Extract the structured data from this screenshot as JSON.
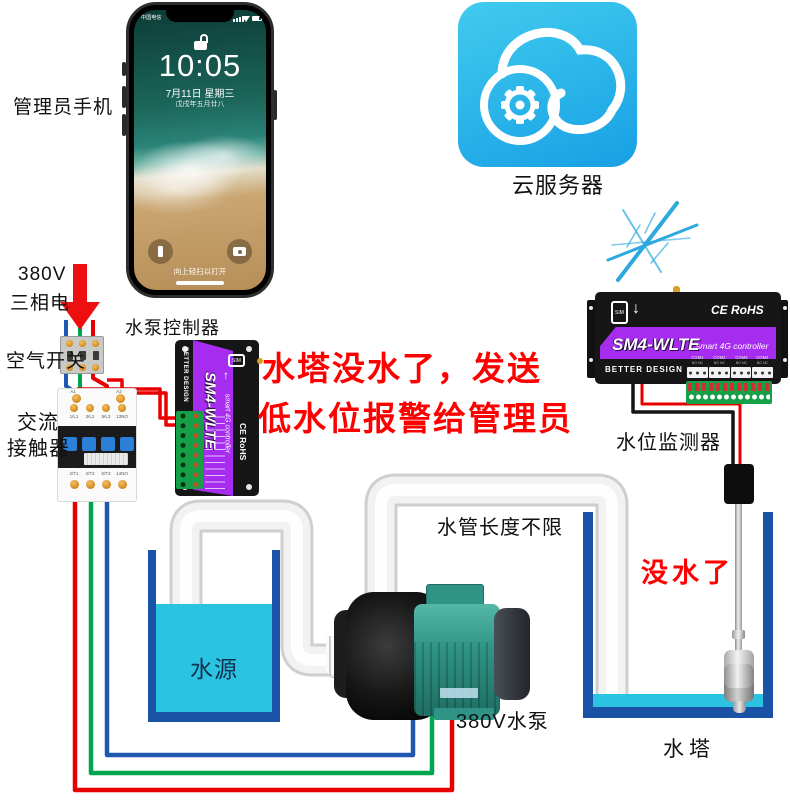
{
  "phone": {
    "label": "管理员手机",
    "carrier": "中国电信",
    "time": "10:05",
    "date": "7月11日 星期三",
    "lunar": "戊戌年五月廿八",
    "swipe_hint": "向上轻扫以打开"
  },
  "cloud": {
    "label": "云服务器"
  },
  "power": {
    "line1": "380V",
    "line2": "三相电"
  },
  "air_switch": {
    "label": "空气开关"
  },
  "contactor": {
    "label_line1": "交流",
    "label_line2": "接触器",
    "coil_terminals": [
      "A1",
      "A2"
    ],
    "top_terminals": [
      "1/L1",
      "3/L2",
      "5/L3",
      "13NO"
    ],
    "bottom_terminals": [
      "2/T1",
      "4/T2",
      "6/T3",
      "14NO"
    ]
  },
  "pump_controller": {
    "label": "水泵控制器",
    "model": "SM4-WLTE",
    "subtitle": "smart 4G controller",
    "brand": "BETTER DESIGN",
    "cert": "CE RoHS",
    "sim_label": "SIM"
  },
  "water_monitor": {
    "label": "水位监测器",
    "model": "SM4-WLTE",
    "subtitle": "smart 4G controller",
    "brand": "BETTER DESIGN",
    "cert": "CE RoHS",
    "sim_label": "SIM",
    "com_groups": [
      {
        "label": "COM1",
        "sub": "NO NC"
      },
      {
        "label": "COM2",
        "sub": "NO NC"
      },
      {
        "label": "COM3",
        "sub": "NO NC"
      },
      {
        "label": "COM4",
        "sub": "NO NC"
      }
    ]
  },
  "alert": {
    "line1": "水塔没水了，发送",
    "line2": "低水位报警给管理员"
  },
  "pipe_note": "水管长度不限",
  "source_tank": {
    "label": "水源"
  },
  "tower": {
    "label": "水塔",
    "empty_note": "没水了"
  },
  "pump": {
    "label": "380V水泵"
  },
  "icons": {
    "up_arrow": "↑",
    "down_arrow": "↓"
  },
  "colors": {
    "alert_red": "#fe0000",
    "device_purple": "#a62df0",
    "water_cyan": "#2ac3e2",
    "tank_blue": "#1a53a6",
    "pump_teal": "#2f9486",
    "wire_red": "#e80000",
    "wire_green": "#00a550",
    "wire_blue": "#2057b0",
    "cloud_top": "#41cbee",
    "cloud_bottom": "#17a0e4"
  }
}
